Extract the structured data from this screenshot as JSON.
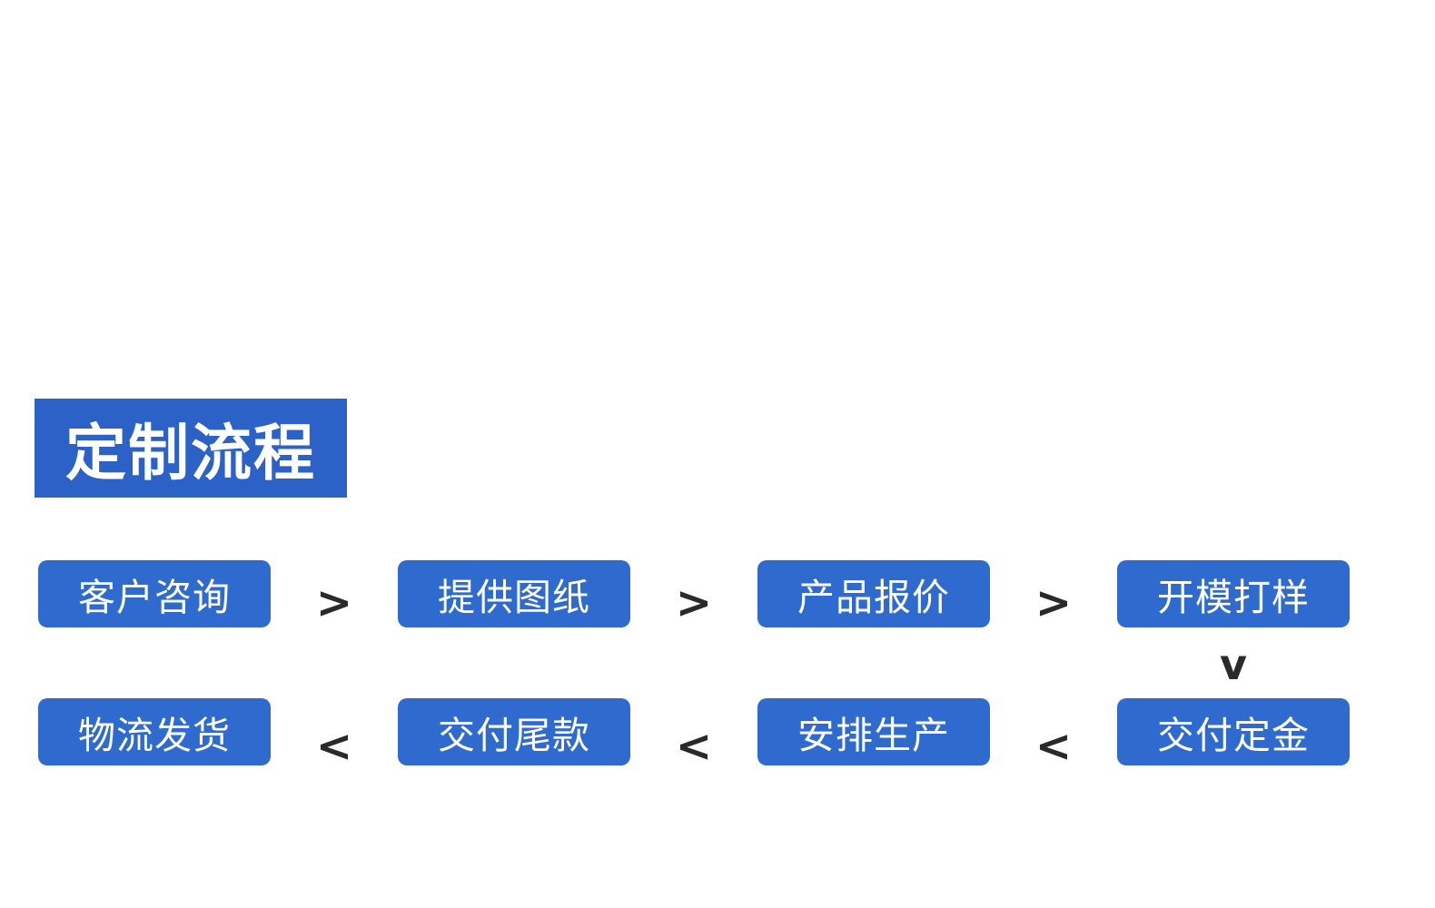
{
  "title": {
    "label": "定制流程"
  },
  "colors": {
    "page_bg": "#ffffff",
    "title_bg": "#2c62c7",
    "box_bg": "#2f6ace",
    "box_text": "#ffffff",
    "arrow": "#2a2a2a"
  },
  "flow": {
    "right_arrow": ">",
    "left_arrow": "<",
    "down_arrow": "v",
    "row1": [
      "客户咨询",
      "提供图纸",
      "产品报价",
      "开模打样"
    ],
    "row2": [
      "物流发货",
      "交付尾款",
      "安排生产",
      "交付定金"
    ]
  }
}
